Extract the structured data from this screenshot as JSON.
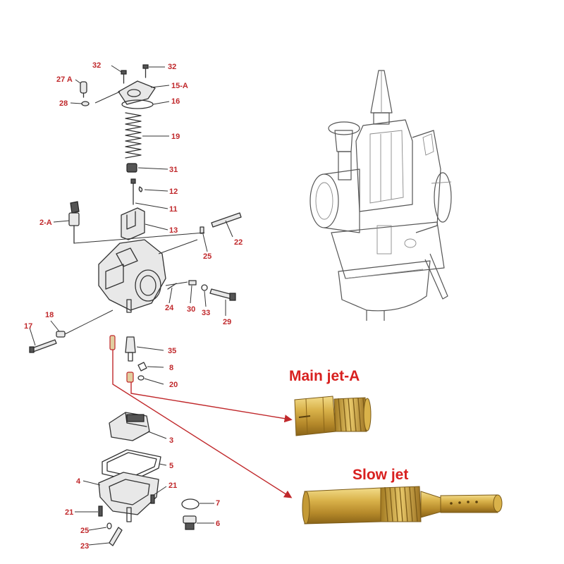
{
  "part_labels": {
    "p32a": "32",
    "p32b": "32",
    "p27a": "27 A",
    "p15a": "15-A",
    "p28": "28",
    "p16": "16",
    "p19": "19",
    "p31": "31",
    "p12": "12",
    "p11": "11",
    "p2a": "2-A",
    "p13": "13",
    "p22": "22",
    "p25a": "25",
    "p24": "24",
    "p30": "30",
    "p33": "33",
    "p29": "29",
    "p18": "18",
    "p17": "17",
    "p35": "35",
    "p8": "8",
    "p20": "20",
    "p3": "3",
    "p5": "5",
    "p4": "4",
    "p21a": "21",
    "p7": "7",
    "p21b": "21",
    "p25b": "25",
    "p6": "6",
    "p23": "23"
  },
  "jets": {
    "main_jet_title": "Main  jet-A",
    "slow_jet_title": "Slow jet"
  },
  "colors": {
    "label_red": "#c0282b",
    "title_red": "#d8201f",
    "brass": "#c9a23a"
  }
}
